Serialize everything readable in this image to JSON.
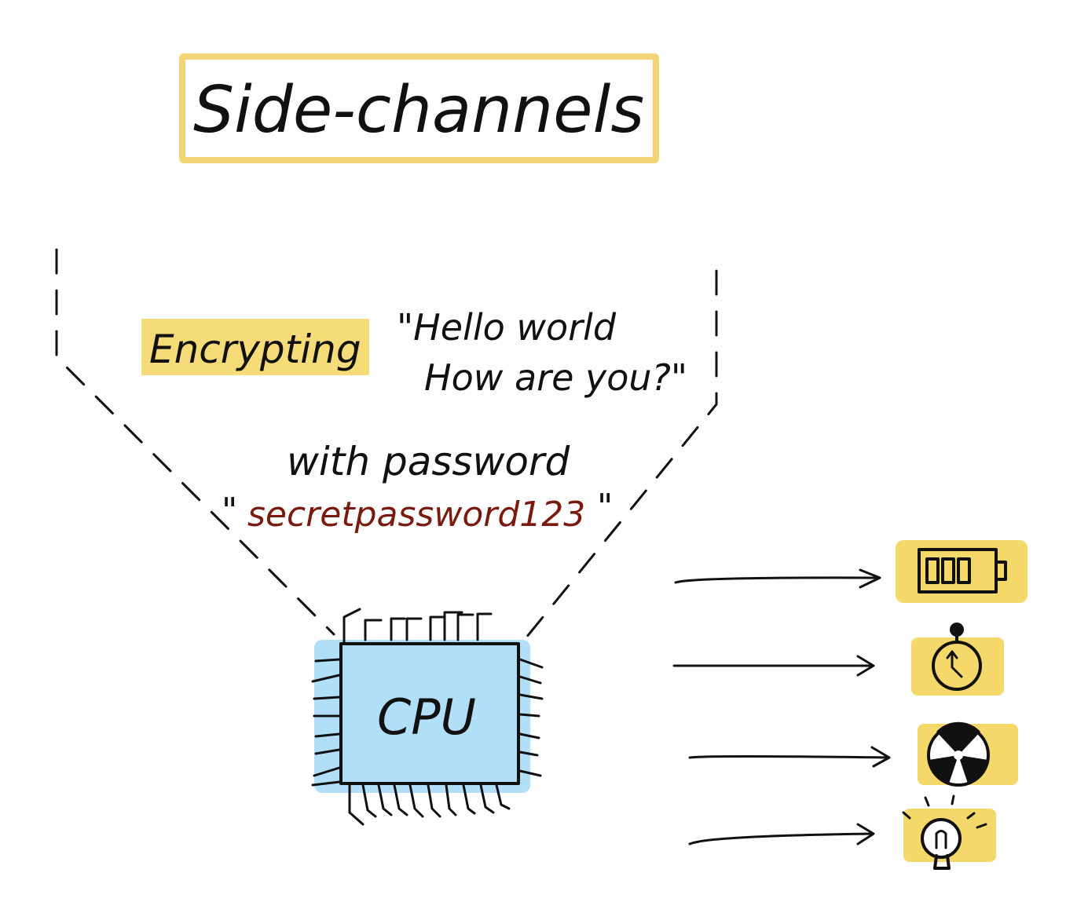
{
  "title": "Side-channels",
  "message": {
    "action": "Encrypting",
    "line1": "\"Hello world",
    "line2": "How are you?\"",
    "password_intro": "with password",
    "password_open_quote": "\"",
    "password": "secretpassword123",
    "password_close_quote": "\""
  },
  "cpu": {
    "label": "CPU"
  },
  "outputs": [
    {
      "name": "battery-icon"
    },
    {
      "name": "stopwatch-icon"
    },
    {
      "name": "fan-icon"
    },
    {
      "name": "light-bulb-icon"
    }
  ],
  "colors": {
    "highlight": "#f5d86a",
    "cpu_fill": "#a9dcf7",
    "password_text": "#7a1a0e",
    "ink": "#111111"
  }
}
